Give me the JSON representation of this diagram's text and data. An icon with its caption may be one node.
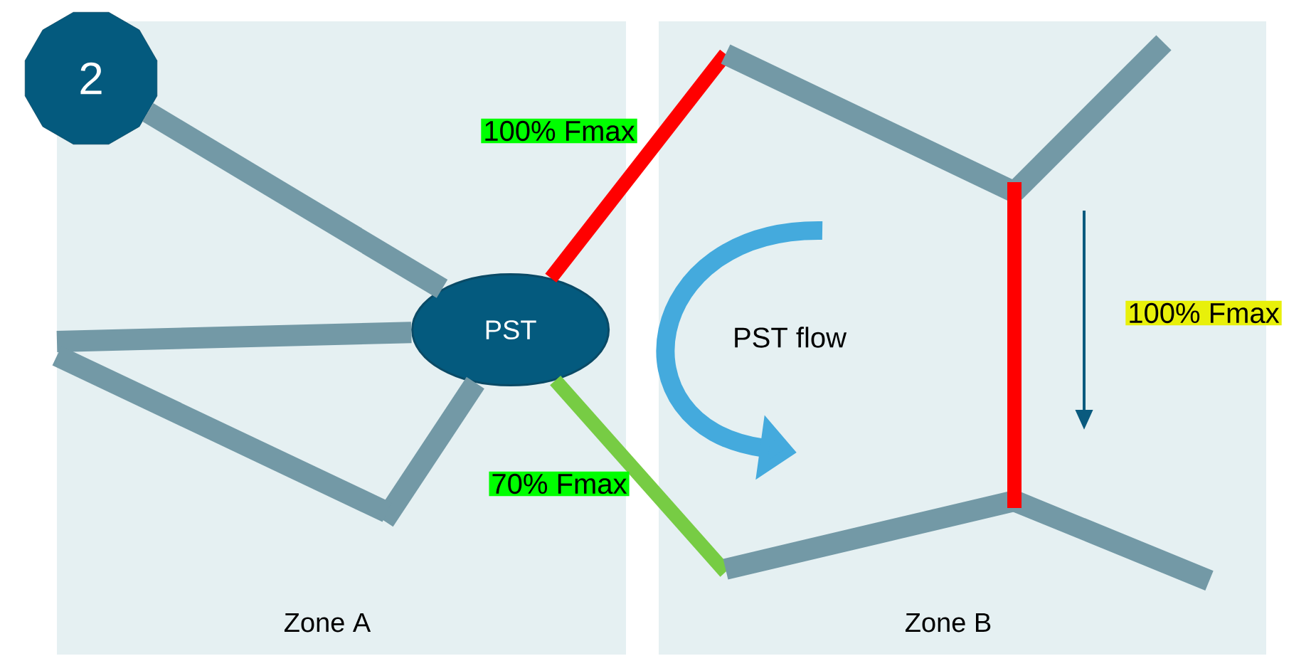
{
  "diagram": {
    "nodes": [
      {
        "text": [
          "Zone A"
        ]
      },
      {
        "text": [
          "Zone B"
        ]
      },
      {
        "text": [
          "2"
        ]
      },
      {
        "text": [
          "PST"
        ],
        "in": 0
      }
    ],
    "edges": [
      {
        "from": 3,
        "to": null,
        "arrow": "none"
      },
      {
        "from": 3,
        "to": 2,
        "arrow": "none"
      },
      {
        "from": 3,
        "to": null,
        "arrow": "none"
      },
      {
        "from": 3,
        "to": 1,
        "arrow": "none",
        "label": "100% Fmax",
        "color": "#ff0000"
      },
      {
        "from": 3,
        "to": 1,
        "arrow": "none",
        "label": "70% Fmax",
        "color": "#77cc44"
      },
      {
        "from": 0,
        "to": null,
        "arrow": "none"
      },
      {
        "from": 1,
        "to": null,
        "arrow": "none"
      },
      {
        "from": 1,
        "to": null,
        "arrow": "none"
      },
      {
        "from": 1,
        "to": null,
        "arrow": "none"
      },
      {
        "from": 1,
        "to": null,
        "arrow": "none"
      },
      {
        "from": 1,
        "to": null,
        "arrow": "none",
        "color": "#ff0000"
      }
    ],
    "labels": [
      "PST flow",
      "100% Fmax"
    ]
  }
}
